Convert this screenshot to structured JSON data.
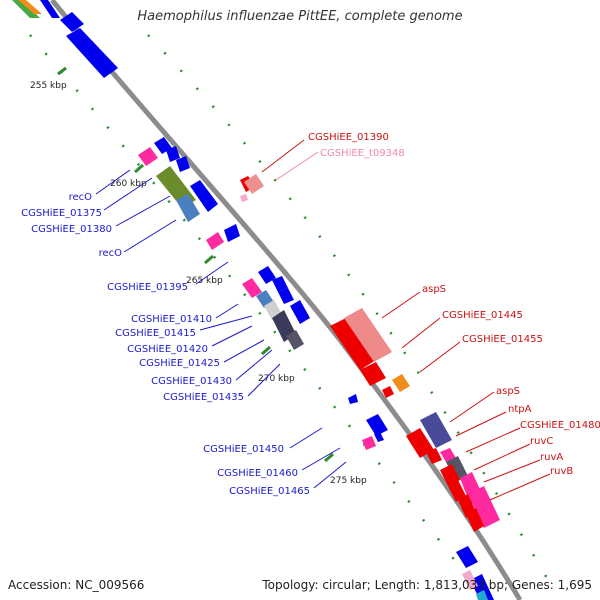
{
  "title": "Haemophilus influenzae PittEE, complete genome",
  "footer": {
    "accession": "Accession: NC_009566",
    "summary": "Topology: circular; Length: 1,813,033 bp; Genes: 1,695"
  },
  "tick_labels": [
    "255 kbp",
    "260 kbp",
    "265 kbp",
    "270 kbp",
    "275 kbp"
  ],
  "gene_labels_left": [
    "recO",
    "CGSHiEE_01375",
    "CGSHiEE_01380",
    "recO",
    "CGSHiEE_01395",
    "CGSHiEE_01410",
    "CGSHiEE_01415",
    "CGSHiEE_01420",
    "CGSHiEE_01425",
    "CGSHiEE_01430",
    "CGSHiEE_01435",
    "CGSHiEE_01450",
    "CGSHiEE_01460",
    "CGSHiEE_01465"
  ],
  "gene_labels_right": [
    "CGSHiEE_01390",
    "CGSHiEE_t09348",
    "aspS",
    "CGSHiEE_01445",
    "CGSHiEE_01455",
    "aspS",
    "ntpA",
    "CGSHiEE_01480",
    "ruvC",
    "ruvA",
    "ruvB"
  ],
  "colors": {
    "backbone": "#8c8c8c",
    "forward_cds": "#0000ee",
    "reverse_cds": "#ee0000",
    "left_label": "#1a1acc",
    "right_label": "#cc1111",
    "trna_label": "#f08aa8",
    "tick_marks": "#2e8b2e"
  }
}
